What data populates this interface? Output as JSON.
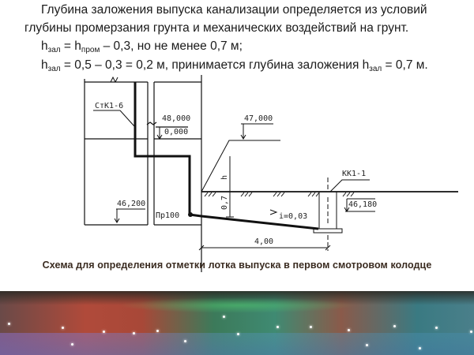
{
  "text": {
    "line1": "Глубина заложения выпуска канализации определяется из условий",
    "line2": "глубины промерзания грунта и механических воздействий на грунт.",
    "formula1": {
      "h": "h",
      "sub_zal": "зал",
      "eq": " = ",
      "h2": "h",
      "sub_prom": "пром",
      "rest": " – 0,3, но не менее 0,7 м;"
    },
    "formula2": {
      "h": "h",
      "sub_zal": "зал",
      "rest": " = 0,5 – 0,3 = 0,2 м, принимается глубина заложения ",
      "h2": "h",
      "sub_zal2": "зал",
      "end": " = 0,7 м."
    }
  },
  "diagram": {
    "riser_label": "СтК1-6",
    "floor_mark": "48,000",
    "floor_zero": "0,000",
    "ground_mark": "47,000",
    "basement_mark": "46,200",
    "outlet_label": "Пр100",
    "depth_label": "h",
    "depth_value": "0,7",
    "slope_label": "i=0,03",
    "manhole_label": "КК1-1",
    "tray_mark": "46,180",
    "length_label": "4,00"
  },
  "caption": "Схема для определения отметки лотка выпуска в первом смотровом колодце",
  "colors": {
    "caption": "#3a2b20",
    "line": "#111111",
    "banner_red": "#b04a3a",
    "banner_green": "#3f8a72"
  }
}
